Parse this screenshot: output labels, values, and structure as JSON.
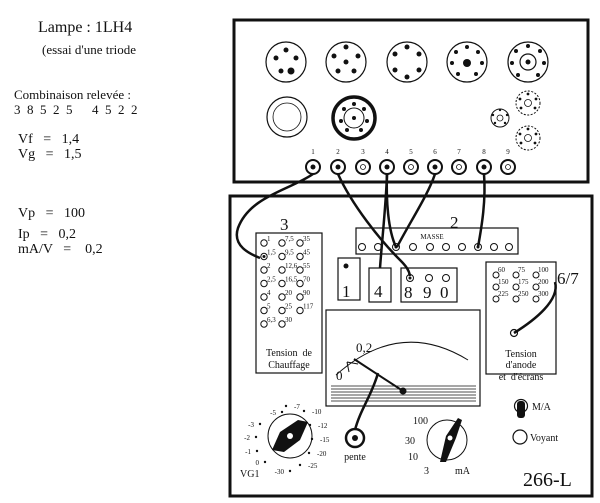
{
  "left_panel": {
    "lampe": "Lampe  :  1LH4",
    "essai": "(essai  d'une  triode",
    "combinaison_title": "Combinaison  relevée  :",
    "combinaison_values": "3  8  5  2  5      4  5  2  2",
    "vf": "Vf   =   1,4",
    "vg": "Vg   =   1,5",
    "vp": "Vp   =   100",
    "ip": "Ip   =   0,2",
    "mav": "mA/V   =    0,2"
  },
  "socket_board": {
    "terminal_numbers": [
      "1",
      "2",
      "3",
      "4",
      "5",
      "6",
      "7",
      "8",
      "9"
    ]
  },
  "tester": {
    "section_3": "3",
    "section_2": "2",
    "masse": "MASSE",
    "section_67": "6/7",
    "chauffage_values": [
      "1",
      "7,5",
      "35",
      "1,5",
      "9,5",
      "45",
      "2",
      "12,6",
      "55",
      "2,5",
      "16,5",
      "70",
      "4",
      "20",
      "90",
      "5",
      "25",
      "117",
      "6,3",
      "30"
    ],
    "chauffage_label_1": "Tension  de",
    "chauffage_label_2": "Chauffage",
    "selector_digits": [
      "1",
      "4",
      "8",
      "9",
      "0"
    ],
    "anode_values": [
      "60",
      "75",
      "100",
      "150",
      "175",
      "200",
      "225",
      "250",
      "300"
    ],
    "anode_label_1": "Tension",
    "anode_label_2": "d'anode",
    "anode_label_3": "et  d'écrans",
    "meter_zero": "0",
    "meter_reading": "0,2",
    "vg1_scale": [
      "-5",
      "-7",
      "-10",
      "-3",
      "-12",
      "-2",
      "-15",
      "-1",
      "-20",
      "0",
      "-25",
      "-30"
    ],
    "vg1_label": "VG1",
    "pente_label": "pente",
    "ma_scale": [
      "100",
      "30",
      "10",
      "3"
    ],
    "ma_label": "mA",
    "ma_switch": "M/A",
    "voyant": "Voyant",
    "model": "266-L"
  }
}
